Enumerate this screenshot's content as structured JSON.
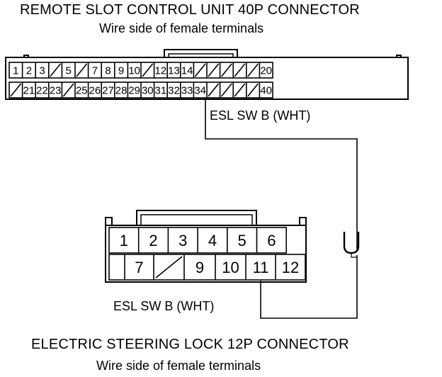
{
  "connector_40p": {
    "title": "REMOTE SLOT CONTROL UNIT 40P CONNECTOR",
    "subtitle": "Wire side of female terminals",
    "row1": [
      "1",
      "2",
      "3",
      "",
      "5",
      "",
      "7",
      "8",
      "9",
      "10",
      "",
      "12",
      "13",
      "14",
      "",
      "",
      "",
      "",
      "",
      "20"
    ],
    "row2": [
      "",
      "21",
      "22",
      "23",
      "",
      "25",
      "26",
      "27",
      "28",
      "29",
      "30",
      "31",
      "32",
      "33",
      "34",
      "",
      "",
      "",
      "",
      "40"
    ]
  },
  "connector_12p": {
    "title": "ELECTRIC STEERING LOCK 12P CONNECTOR",
    "subtitle": "Wire side of female terminals",
    "row1": [
      "1",
      "2",
      "3",
      "4",
      "5",
      "6"
    ],
    "row2": [
      "",
      "7",
      "",
      "9",
      "10",
      "11",
      "12"
    ]
  },
  "wire": {
    "label_top": "ESL SW B (WHT)",
    "label_bottom": "ESL SW B (WHT)",
    "color": "#000000",
    "junction_symbol": "U"
  }
}
